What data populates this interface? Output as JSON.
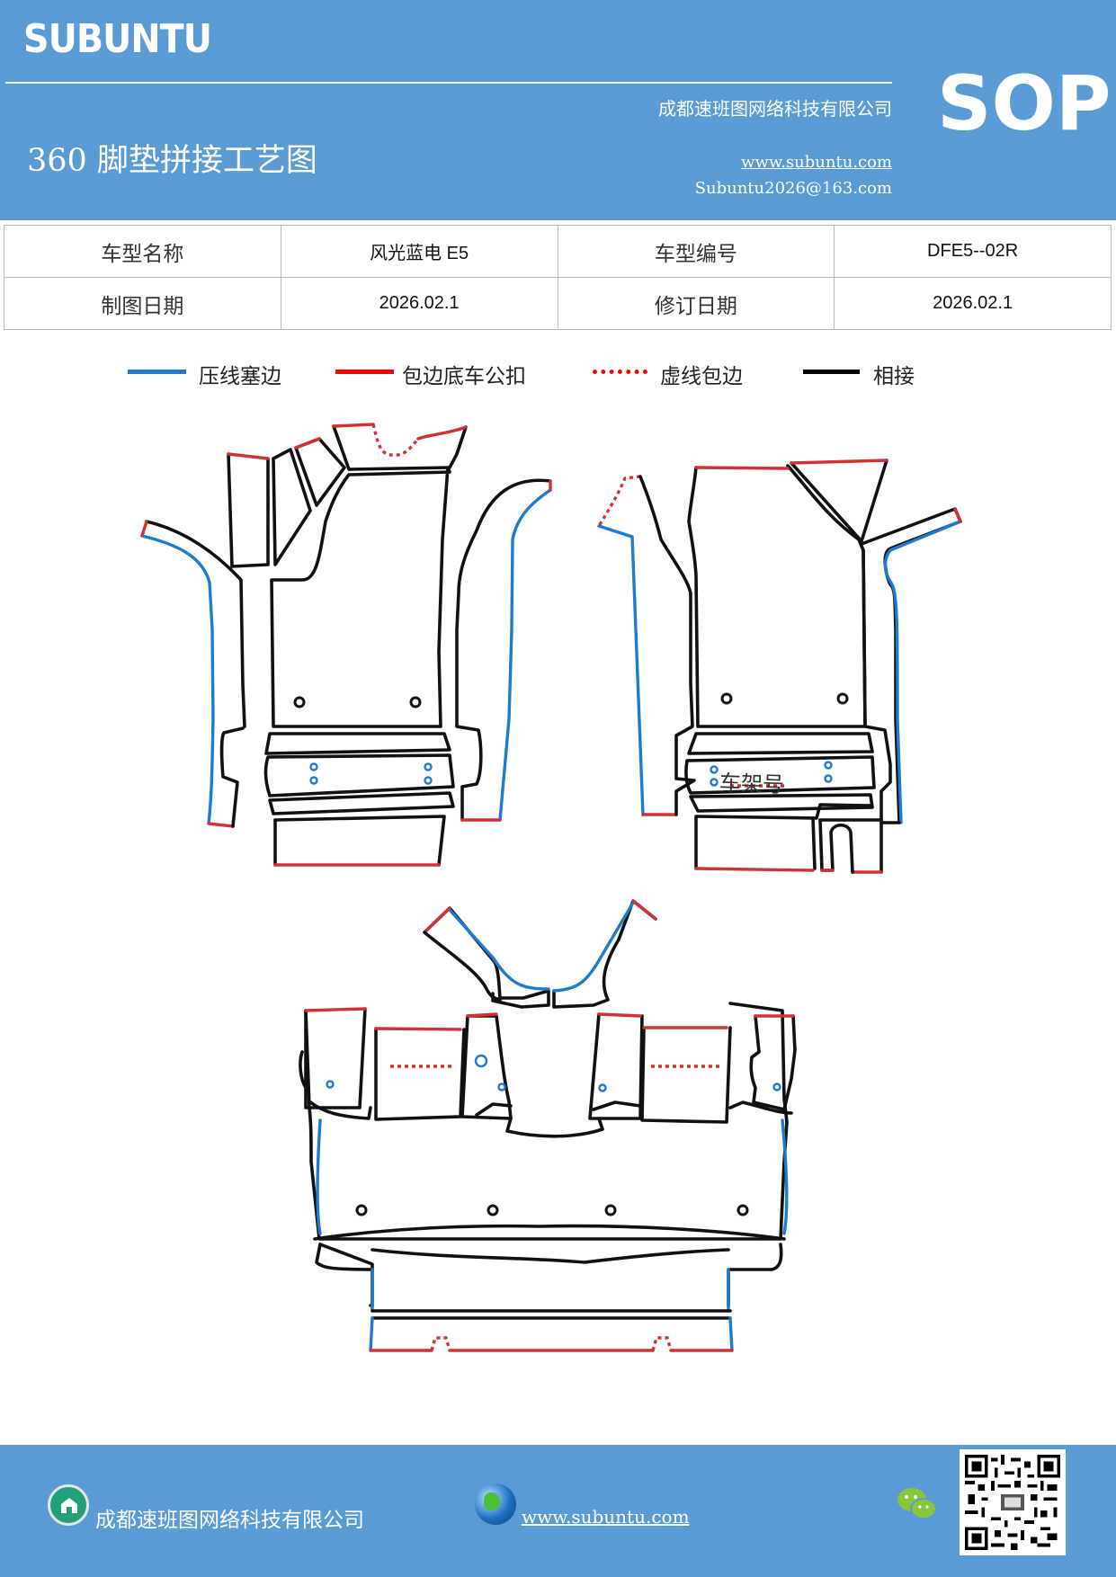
{
  "header": {
    "brand": "SUBUNTU",
    "company": "成都速班图网络科技有限公司",
    "title": "360 脚垫拼接工艺图",
    "url": "www.subuntu.com",
    "email": "Subuntu2026@163.com",
    "badge": "SOP"
  },
  "info": {
    "row1": {
      "label1": "车型名称",
      "value1": "风光蓝电 E5",
      "label2": "车型编号",
      "value2": "DFE5--02R"
    },
    "row2": {
      "label1": "制图日期",
      "value1": "2026.02.1",
      "label2": "修订日期",
      "value2": "2026.02.1"
    }
  },
  "legend": [
    {
      "label": "压线塞边",
      "color": "#1f7ad2",
      "style": "solid"
    },
    {
      "label": "包边底车公扣",
      "color": "#ff0000",
      "style": "solid"
    },
    {
      "label": "虚线包边",
      "color": "#ff0000",
      "style": "dotted"
    },
    {
      "label": "相接",
      "color": "#000000",
      "style": "solid"
    }
  ],
  "drawing": {
    "frame_number_label": "车架号"
  },
  "footer": {
    "company": "成都速班图网络科技有限公司",
    "url": "www.subuntu.com",
    "company_icon": "building-icon",
    "web_icon": "globe-icon",
    "chat_icon": "wechat-icon",
    "qr": "qr-code"
  }
}
